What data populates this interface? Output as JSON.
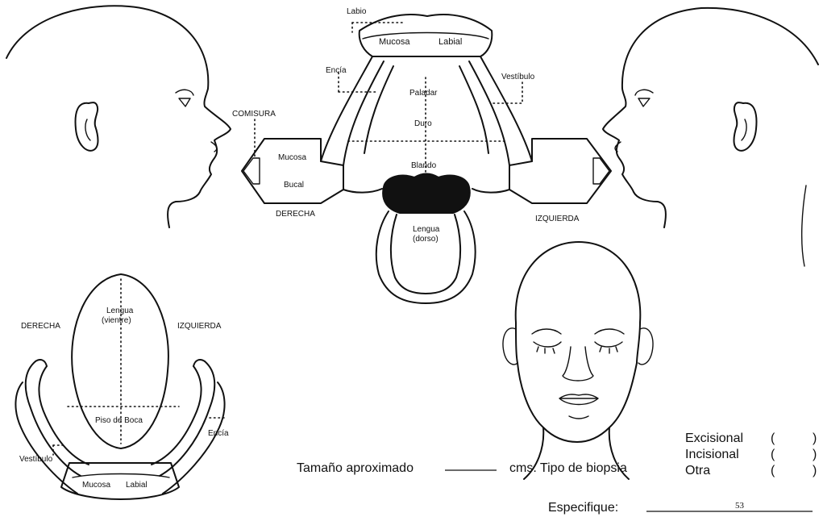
{
  "labels": {
    "labio": "Labio",
    "mucosa_top": "Mucosa",
    "labial_top": "Labial",
    "encia_top": "Encía",
    "vestibulo_top": "Vestíbulo",
    "paladar": "Paladar",
    "duro": "Duro",
    "blando": "Blando",
    "comisura": "COMISURA",
    "mucosa_bucal_1": "Mucosa",
    "mucosa_bucal_2": "Bucal",
    "derecha_top": "DERECHA",
    "izquierda_top": "IZQUIERDA",
    "lengua_dorso_1": "Lengua",
    "lengua_dorso_2": "(dorso)",
    "derecha_bottom": "DERECHA",
    "izquierda_bottom": "IZQUIERDA",
    "lengua_vientre_1": "Lengua",
    "lengua_vientre_2": "(vientre)",
    "piso_boca": "Piso de Boca",
    "encia_bottom": "Encía",
    "vestibulo_bottom": "Vestíbulo",
    "mucosa_bottom": "Mucosa",
    "labial_bottom": "Labial"
  },
  "form": {
    "tamano_label": "Tamaño aproximado",
    "cms_label": "cms. Tipo de biopsia",
    "options": [
      "Excisional",
      "Incisional",
      "Otra"
    ],
    "open_paren": "(",
    "close_paren": ")",
    "especifique_label": "Especifique:",
    "page_number": "53"
  }
}
